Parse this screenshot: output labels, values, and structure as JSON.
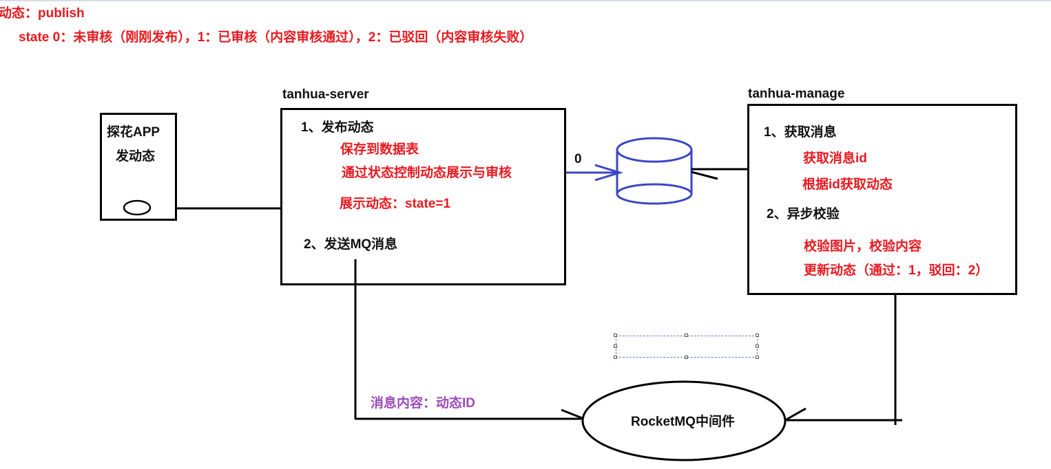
{
  "header": {
    "title": "动态：publish",
    "state_desc": "state  0：未审核（刚刚发布），1：已审核（内容审核通过），2：已驳回（内容审核失败）"
  },
  "app": {
    "line1": "探花APP",
    "line2": "发动态"
  },
  "server": {
    "title": "tanhua-server",
    "step1": "1、发布动态",
    "step1_a": "保存到数据表",
    "step1_b": "通过状态控制动态展示与审核",
    "step1_c": "展示动态：state=1",
    "step2": "2、发送MQ消息"
  },
  "db_label": "0",
  "manage": {
    "title": "tanhua-manage",
    "step1": "1、获取消息",
    "step1_a": "获取消息id",
    "step1_b": "根据id获取动态",
    "step2": "2、异步校验",
    "step2_a": "校验图片，校验内容",
    "step2_b": "更新动态（通过：1，驳回：2）"
  },
  "message_label": "消息内容：动态ID",
  "mq": {
    "label": "RocketMQ中间件"
  },
  "colors": {
    "red": "#e8191f",
    "purple": "#9b4bb5",
    "db_blue": "#3b46c4",
    "black": "#000000"
  }
}
